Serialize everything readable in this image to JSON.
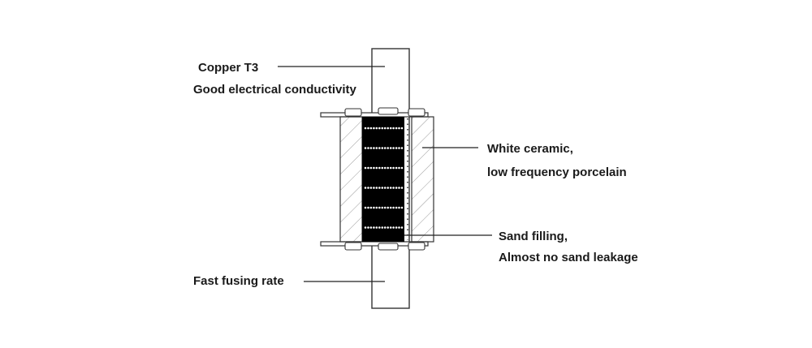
{
  "callouts": {
    "copper_line1": "Copper T3",
    "copper_line2": "Good electrical conductivity",
    "ceramic_line1": "White ceramic,",
    "ceramic_line2": "low frequency porcelain",
    "sand_line1": "Sand filling,",
    "sand_line2": "Almost no sand leakage",
    "fusing": "Fast fusing rate"
  },
  "colors": {
    "stroke": "#333333",
    "sand": "#000000",
    "dots": "#ffffff",
    "hatch": "#9a9a9a",
    "text": "#1a1a1a"
  },
  "diagram": {
    "subject": "fuse cross-section",
    "sand_dot_rows": 6,
    "sand_dots_per_row": 14
  }
}
